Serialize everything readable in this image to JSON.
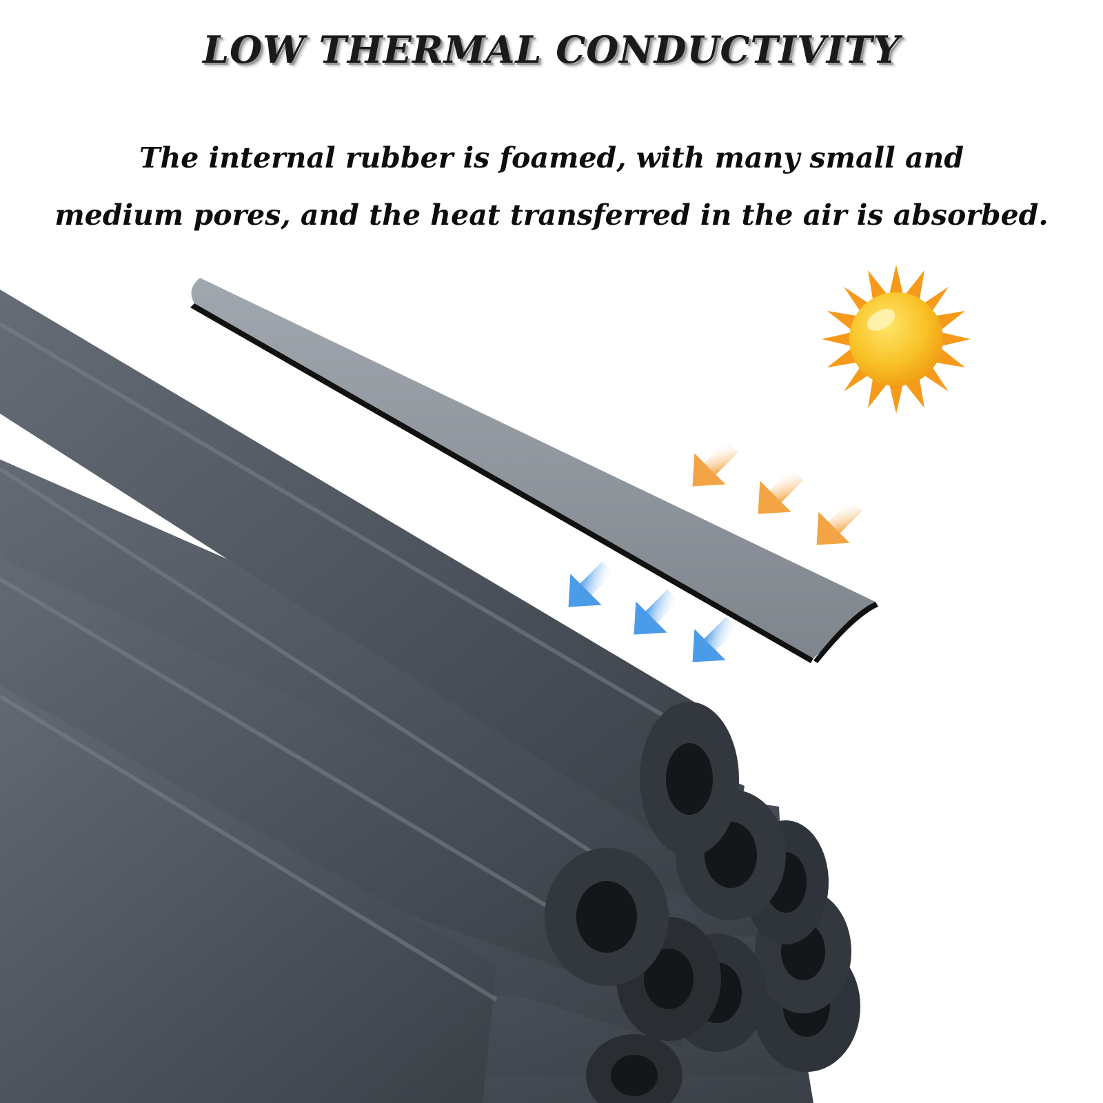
{
  "header": {
    "title": "LOW THERMAL CONDUCTIVITY"
  },
  "description": {
    "line1": "The internal rubber is foamed, with many small and",
    "line2": "medium pores, and the heat transferred in the air is absorbed."
  },
  "illustration": {
    "icons": [
      "sun-icon",
      "heat-arrow-icon",
      "cold-arrow-icon"
    ],
    "colors": {
      "foam": "#4f565f",
      "foam_dark": "#2f343a",
      "sun": "#f6b21d",
      "heat_arrow": "#f3a545",
      "cold_arrow": "#4a9be8",
      "half_pipe": "#8d939b"
    }
  }
}
